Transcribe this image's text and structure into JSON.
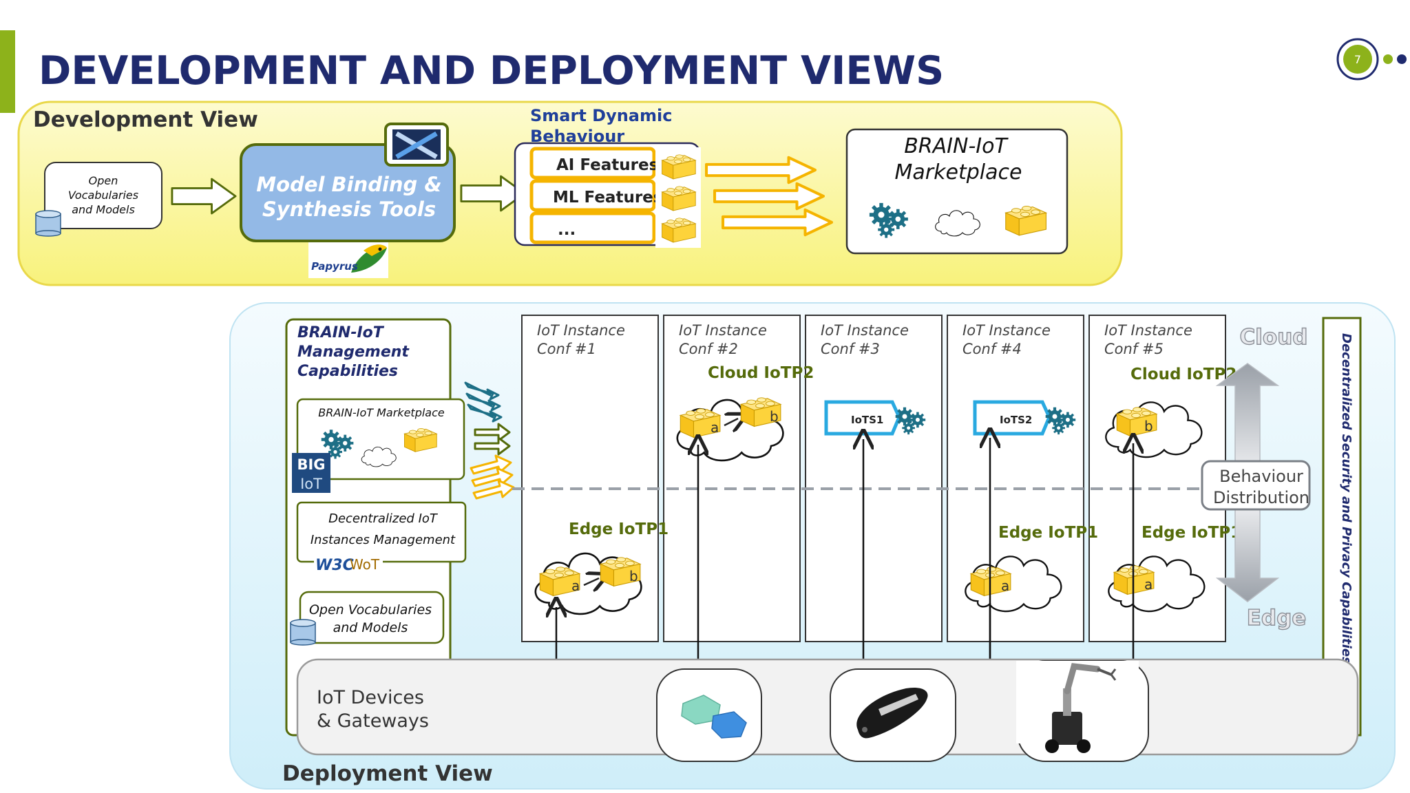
{
  "slide": {
    "title": "DEVELOPMENT AND DEPLOYMENT VIEWS",
    "page_number": "7"
  },
  "development_view": {
    "label": "Development View",
    "open_vocab_line1": "Open",
    "open_vocab_line2": "Vocabularies",
    "open_vocab_line3": "and Models",
    "model_binding_line1": "Model Binding &",
    "model_binding_line2": "Synthesis Tools",
    "papyrus_logo": "Papyrus",
    "smart_dynamic_line1": "Smart Dynamic",
    "smart_dynamic_line2": "Behaviour",
    "features": [
      "AI Features",
      "ML Features",
      "..."
    ],
    "marketplace_line1": "BRAIN-IoT",
    "marketplace_line2": "Marketplace"
  },
  "deployment_view": {
    "label": "Deployment View",
    "management_line1": "BRAIN-IoT",
    "management_line2": "Management",
    "management_line3": "Capabilities",
    "marketplace_small": "BRAIN-IoT Marketplace",
    "big_iot_logo_1": "BIG",
    "big_iot_logo_2": "IoT",
    "decentralized_line1": "Decentralized  IoT",
    "decentralized_line2": "Instances Management",
    "w3c_logo": "W3C",
    "wot_label": "WoT",
    "open_vocab_line1": "Open Vocabularies",
    "open_vocab_line2": "and Models",
    "instances": [
      {
        "line1": "IoT Instance",
        "line2": "Conf #1"
      },
      {
        "line1": "IoT Instance",
        "line2": "Conf #2"
      },
      {
        "line1": "IoT Instance",
        "line2": "Conf #3"
      },
      {
        "line1": "IoT Instance",
        "line2": "Conf #4"
      },
      {
        "line1": "IoT Instance",
        "line2": "Conf #5"
      }
    ],
    "cloud_iotp2": "Cloud IoTP2",
    "edge_iotp1": "Edge IoTP1",
    "iots1": "IoTS1",
    "iots2": "IoTS2",
    "brick_a": "a",
    "brick_b": "b",
    "cloud_label": "Cloud",
    "edge_label": "Edge",
    "behaviour_line1": "Behaviour",
    "behaviour_line2": "Distribution",
    "security_vertical": "Decentralized Security and Privacy Capabilities",
    "devices_line1": "IoT Devices",
    "devices_line2": "& Gateways"
  },
  "colors": {
    "title_navy": "#1f2a6e",
    "accent_green": "#8db21b",
    "yellow_panel": "#fbf8a0",
    "panel_border": "#e9d84a",
    "deploy_panel": "#e3f5fc",
    "brick_yellow": "#fcc92a",
    "gear_teal": "#1d6f86",
    "olive_text": "#556b0b",
    "tool_blue": "#93b9e6"
  }
}
